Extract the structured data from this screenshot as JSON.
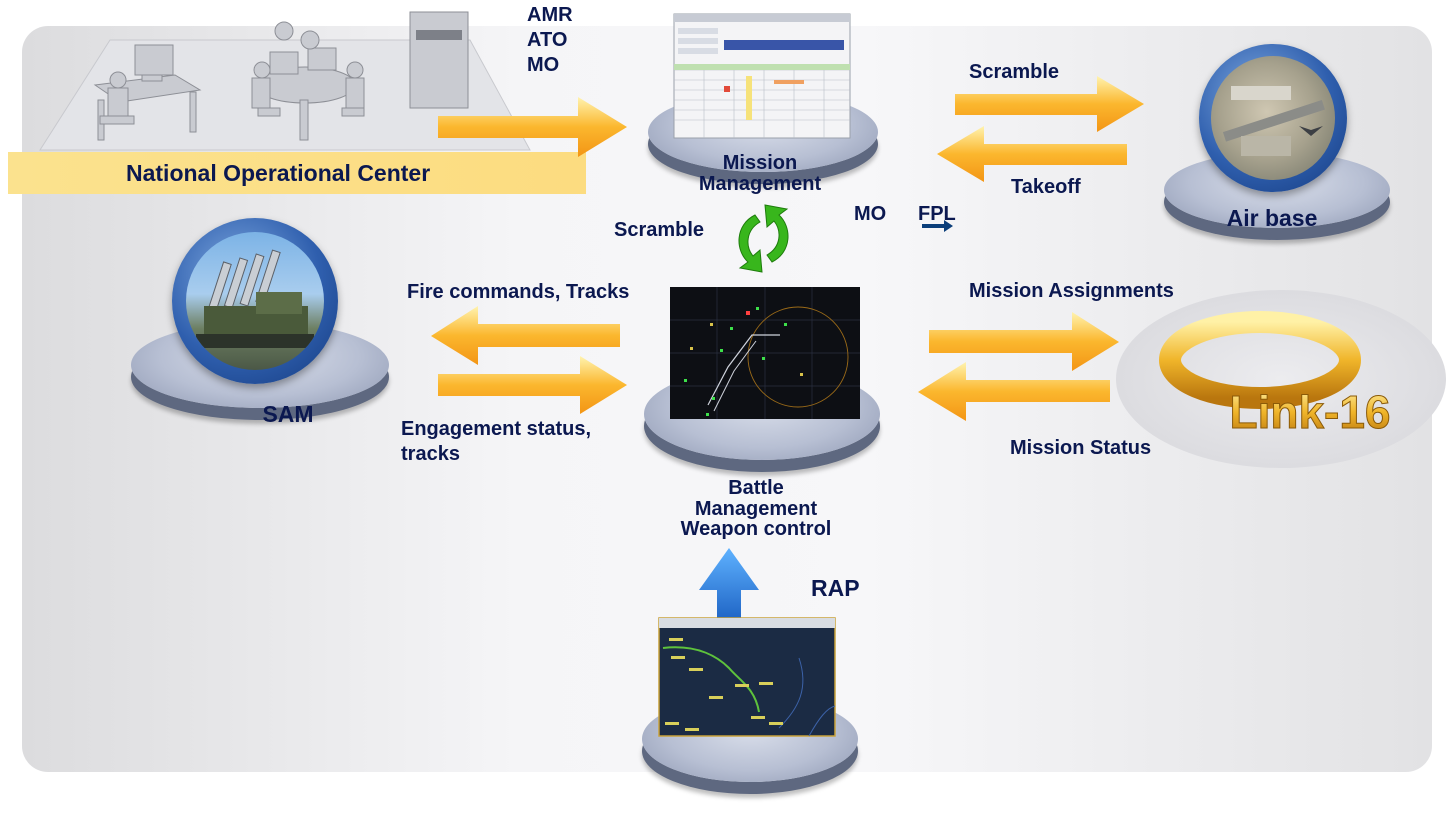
{
  "noc": {
    "label": "National Operational Center",
    "outputs": [
      "AMR",
      "ATO",
      "MO"
    ]
  },
  "mission_mgmt": {
    "line1": "Mission",
    "line2": "Management",
    "scramble_label": "Scramble",
    "mo_label": "MO",
    "fpl_label": "FPL"
  },
  "air_base": {
    "label": "Air base",
    "scramble_label": "Scramble",
    "takeoff_label": "Takeoff"
  },
  "sam": {
    "label": "SAM",
    "fire_label": "Fire commands, Tracks",
    "engagement_line1": "Engagement status,",
    "engagement_line2": "tracks"
  },
  "battle_mgmt": {
    "line1": "Battle",
    "line2": "Management",
    "line3": "Weapon control"
  },
  "link16": {
    "logo_text": "Link-16",
    "assign_label": "Mission Assignments",
    "status_label": "Mission Status"
  },
  "rap": {
    "label": "RAP"
  },
  "colors": {
    "label_text": "#0b1850",
    "arrow_orange": "#f6a21c",
    "arrow_highlight": "#fff3b0",
    "arrow_blue": "#1f6fd6",
    "cycle_green": "#2fb11a",
    "banner_yellow": "#fcdc80"
  }
}
